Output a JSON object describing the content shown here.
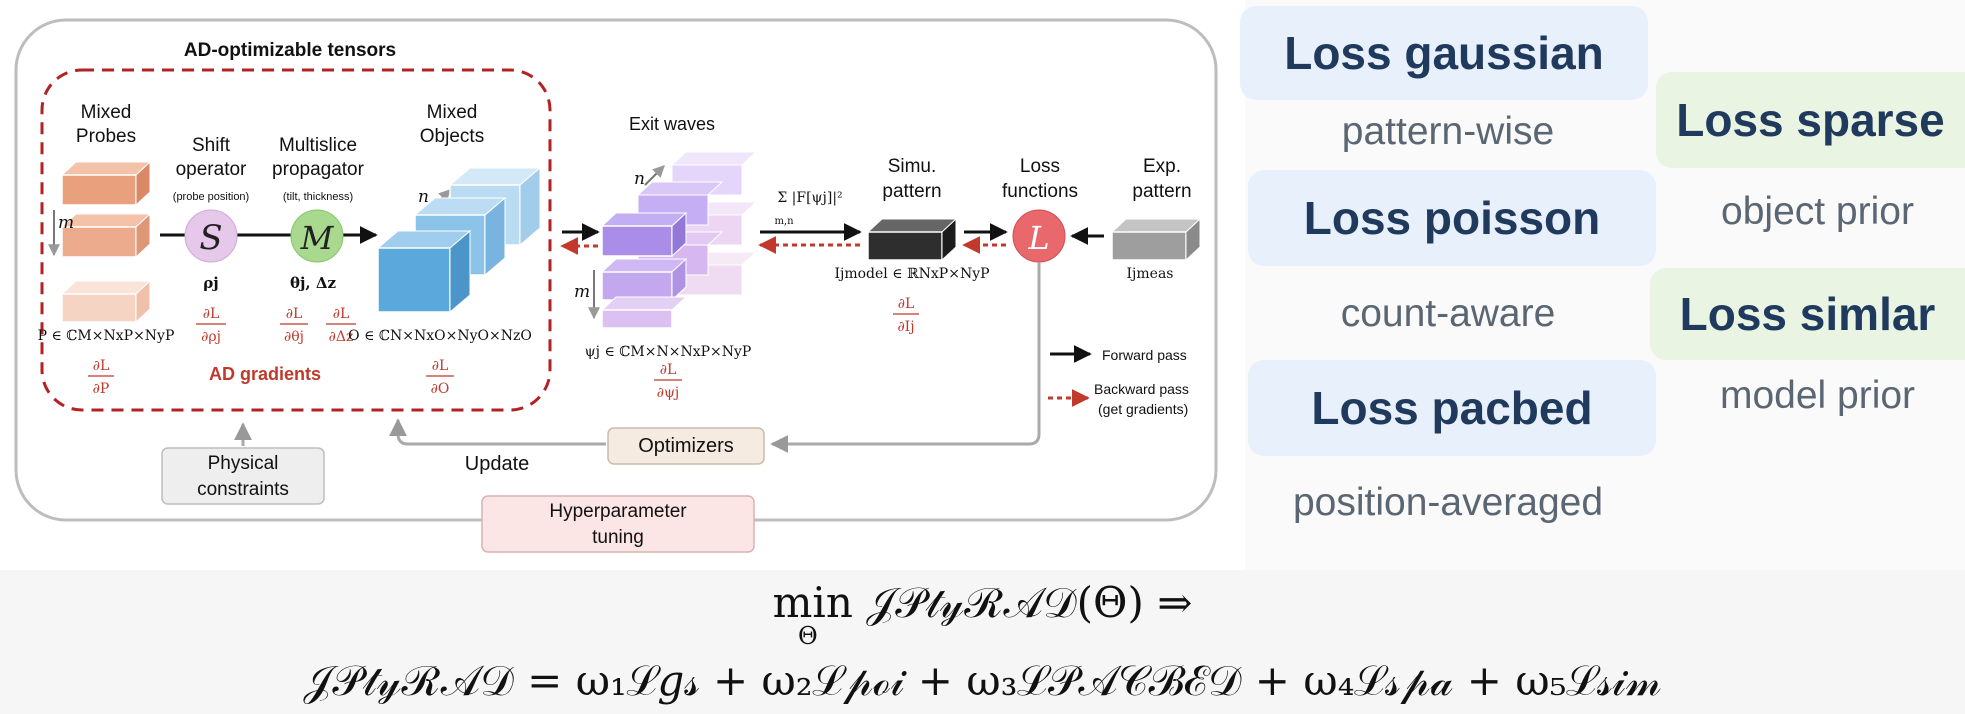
{
  "diagram": {
    "ad_box_title": "AD-optimizable tensors",
    "ad_gradients": "AD gradients",
    "mixed_probes": [
      "Mixed",
      "Probes"
    ],
    "shift_operator": [
      "Shift",
      "operator"
    ],
    "shift_note": "(probe position)",
    "multislice": [
      "Multislice",
      "propagator"
    ],
    "multislice_note": "(tilt, thickness)",
    "mixed_objects": [
      "Mixed",
      "Objects"
    ],
    "exit_waves": "Exit waves",
    "simu_pattern": [
      "Simu.",
      "pattern"
    ],
    "loss_functions": [
      "Loss",
      "functions"
    ],
    "exp_pattern": [
      "Exp.",
      "pattern"
    ],
    "symbol_S": "S",
    "symbol_M": "M",
    "symbol_L": "L",
    "rho": "ρj",
    "theta": "θj, Δz",
    "probe_set": "P ∈ ℂM×NxP×NyP",
    "object_set": "O ∈ ℂN×NxO×NyO×NzO",
    "psi_set": "ψj ∈ ℂM×N×NxP×NyP",
    "model_set": "Ijmodel ∈ ℝNxP×NyP",
    "meas": "Ijmeas",
    "intensity": "Σ |F[ψj]|²",
    "sum_sub": "m,n",
    "m_label": "m",
    "n_label": "n",
    "grad_P": [
      "∂L",
      "∂P"
    ],
    "grad_rho": [
      "∂L",
      "∂ρj"
    ],
    "grad_theta": [
      "∂L",
      "∂θj"
    ],
    "grad_dz": [
      "∂L",
      "∂Δz"
    ],
    "grad_O": [
      "∂L",
      "∂O"
    ],
    "grad_psi": [
      "∂L",
      "∂ψj"
    ],
    "grad_I": [
      "∂L",
      "∂Ij"
    ],
    "legend_forward": "Forward pass",
    "legend_backward": [
      "Backward pass",
      "(get gradients)"
    ],
    "optimizers": "Optimizers",
    "update": "Update",
    "physical_constraints": [
      "Physical",
      "constraints"
    ],
    "hyperparameter_tuning": [
      "Hyperparameter",
      "tuning"
    ]
  },
  "losses": [
    {
      "name": "Loss gaussian",
      "desc": "pattern-wise"
    },
    {
      "name": "Loss poisson",
      "desc": "count-aware"
    },
    {
      "name": "Loss pacbed",
      "desc": "position-averaged"
    },
    {
      "name": "Loss sparse",
      "desc": "object prior"
    },
    {
      "name": "Loss simlar",
      "desc": "model prior"
    }
  ],
  "equation": {
    "line1": "min 𝒥𝒫𝓉𝓎ℛ𝒜𝒟(Θ) ⇒",
    "line1_sub": "Θ",
    "line2": "𝒥𝒫𝓉𝓎ℛ𝒜𝒟 = ω₁ℒ𝑔𝓈 + ω₂ℒ𝓅ℴ𝒾 + ω₃ℒ𝒫𝒜𝒞ℬℰ𝒟 + ω₄ℒ𝓈𝓅𝒶 + ω₅ℒ𝓈𝒾𝓂"
  },
  "colors": {
    "gradient_red": "#c0392b",
    "loss_pill_blue": "#e8f0fb",
    "loss_pill_green": "#e9f4e3",
    "loss_text": "#1f3a5c",
    "probe": "#e9a07c",
    "object": "#5aa8dc",
    "exit_wave": "#a98de8"
  }
}
